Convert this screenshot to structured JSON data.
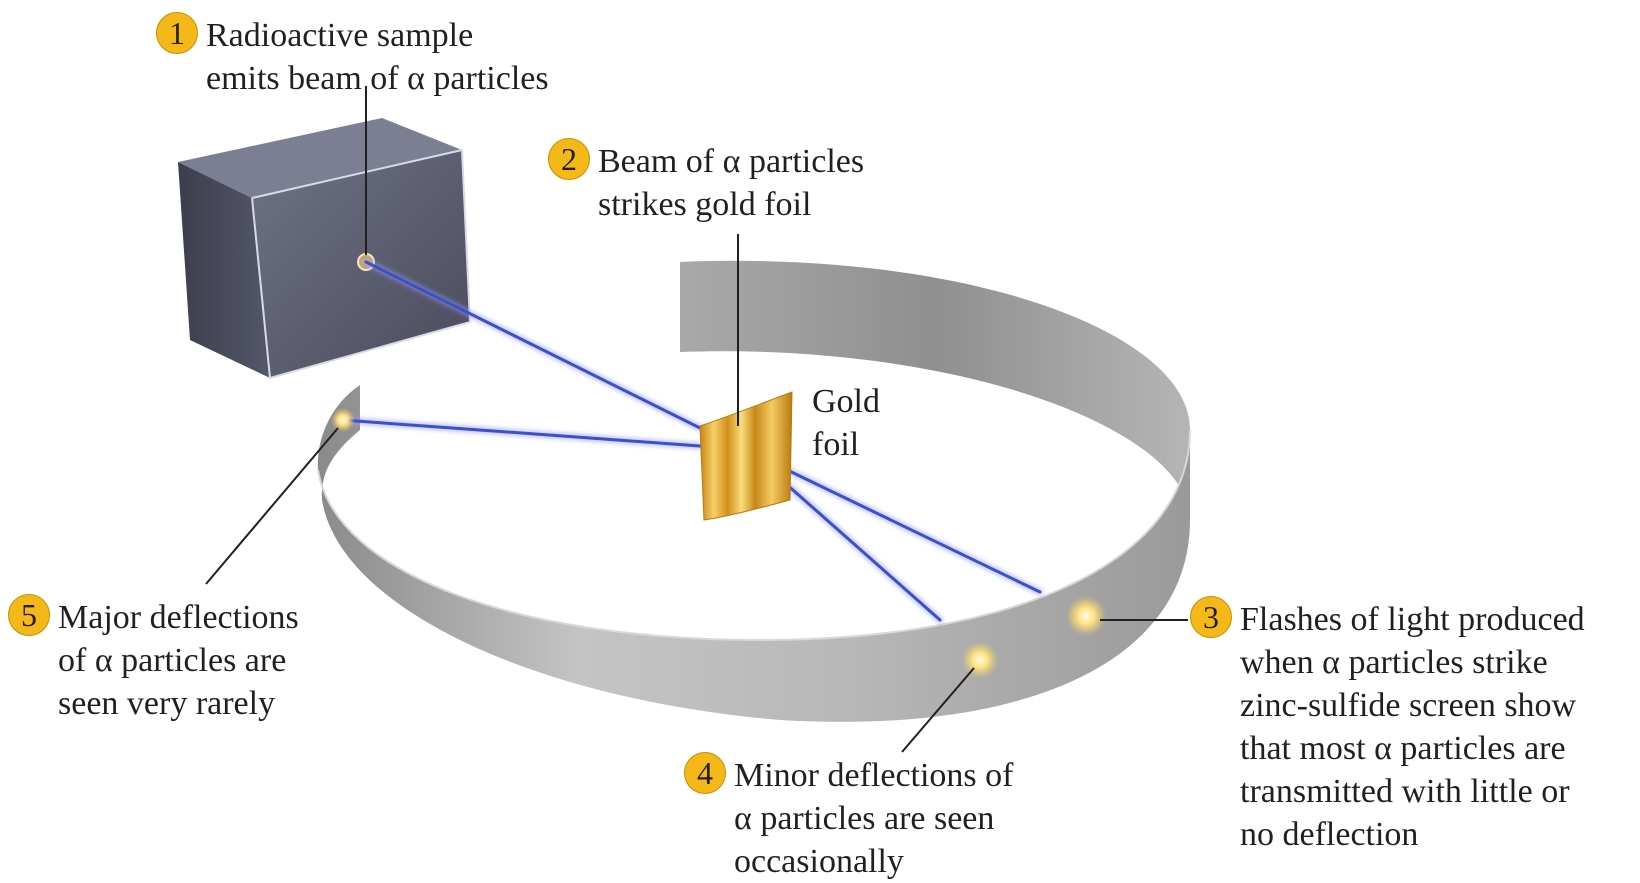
{
  "callouts": [
    {
      "number": "1",
      "lines": [
        "Radioactive sample",
        "emits beam of α particles"
      ]
    },
    {
      "number": "2",
      "lines": [
        "Beam of α particles",
        "strikes gold foil"
      ]
    },
    {
      "number": "3",
      "lines": [
        "Flashes of light produced",
        "when α particles strike",
        "zinc-sulfide screen show",
        "that most α particles are",
        "transmitted with little or",
        "no deflection"
      ]
    },
    {
      "number": "4",
      "lines": [
        "Minor deflections of",
        "α particles are seen",
        "occasionally"
      ]
    },
    {
      "number": "5",
      "lines": [
        "Major deflections",
        "of α particles are",
        "seen very rarely"
      ]
    }
  ],
  "gold_foil_label": [
    "Gold",
    "foil"
  ],
  "colors": {
    "badge": "#f5b819",
    "beam": "#3f4fc8",
    "box": "#5e6174",
    "screen": "#a8a8a8",
    "foil": "#e0a52a",
    "flash": "#ffe08a"
  }
}
